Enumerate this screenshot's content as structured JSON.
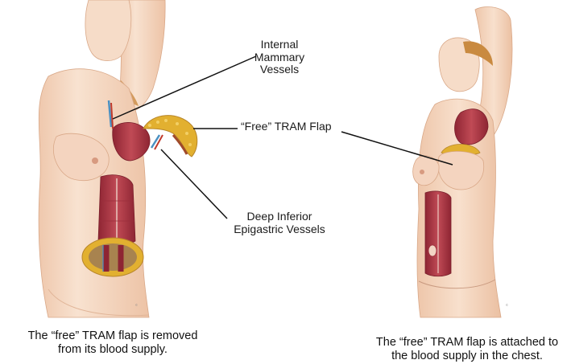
{
  "labels": {
    "internal_mammary": [
      "Internal",
      "Mammary",
      "Vessels"
    ],
    "free_tram_flap": "“Free” TRAM Flap",
    "deep_inferior_epigastric": [
      "Deep Inferior",
      "Epigastric Vessels"
    ]
  },
  "captions": {
    "left": [
      "The “free” TRAM flap is removed",
      "from its blood supply."
    ],
    "right": [
      "The “free” TRAM flap is attached to",
      "the blood supply in the chest."
    ]
  },
  "colors": {
    "skin": "#f6dcc8",
    "skin_shadow": "#e8bfa3",
    "muscle": "#b23a48",
    "fat": "#e2b030",
    "hair": "#c98a40",
    "leader_line": "#111111"
  }
}
